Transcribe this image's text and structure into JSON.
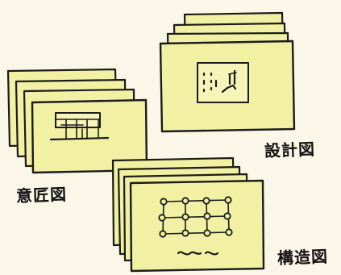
{
  "colors": {
    "background": "#fbf7e8",
    "sheet_fill": "#f2f0a2",
    "sheet_stroke": "#1b1b1b",
    "sheet_detail": "#f6f4b8"
  },
  "stacks": {
    "design_intent": {
      "label": "意匠図"
    },
    "design_drawings": {
      "label": "設計図"
    },
    "structural": {
      "label": "構造図"
    }
  }
}
